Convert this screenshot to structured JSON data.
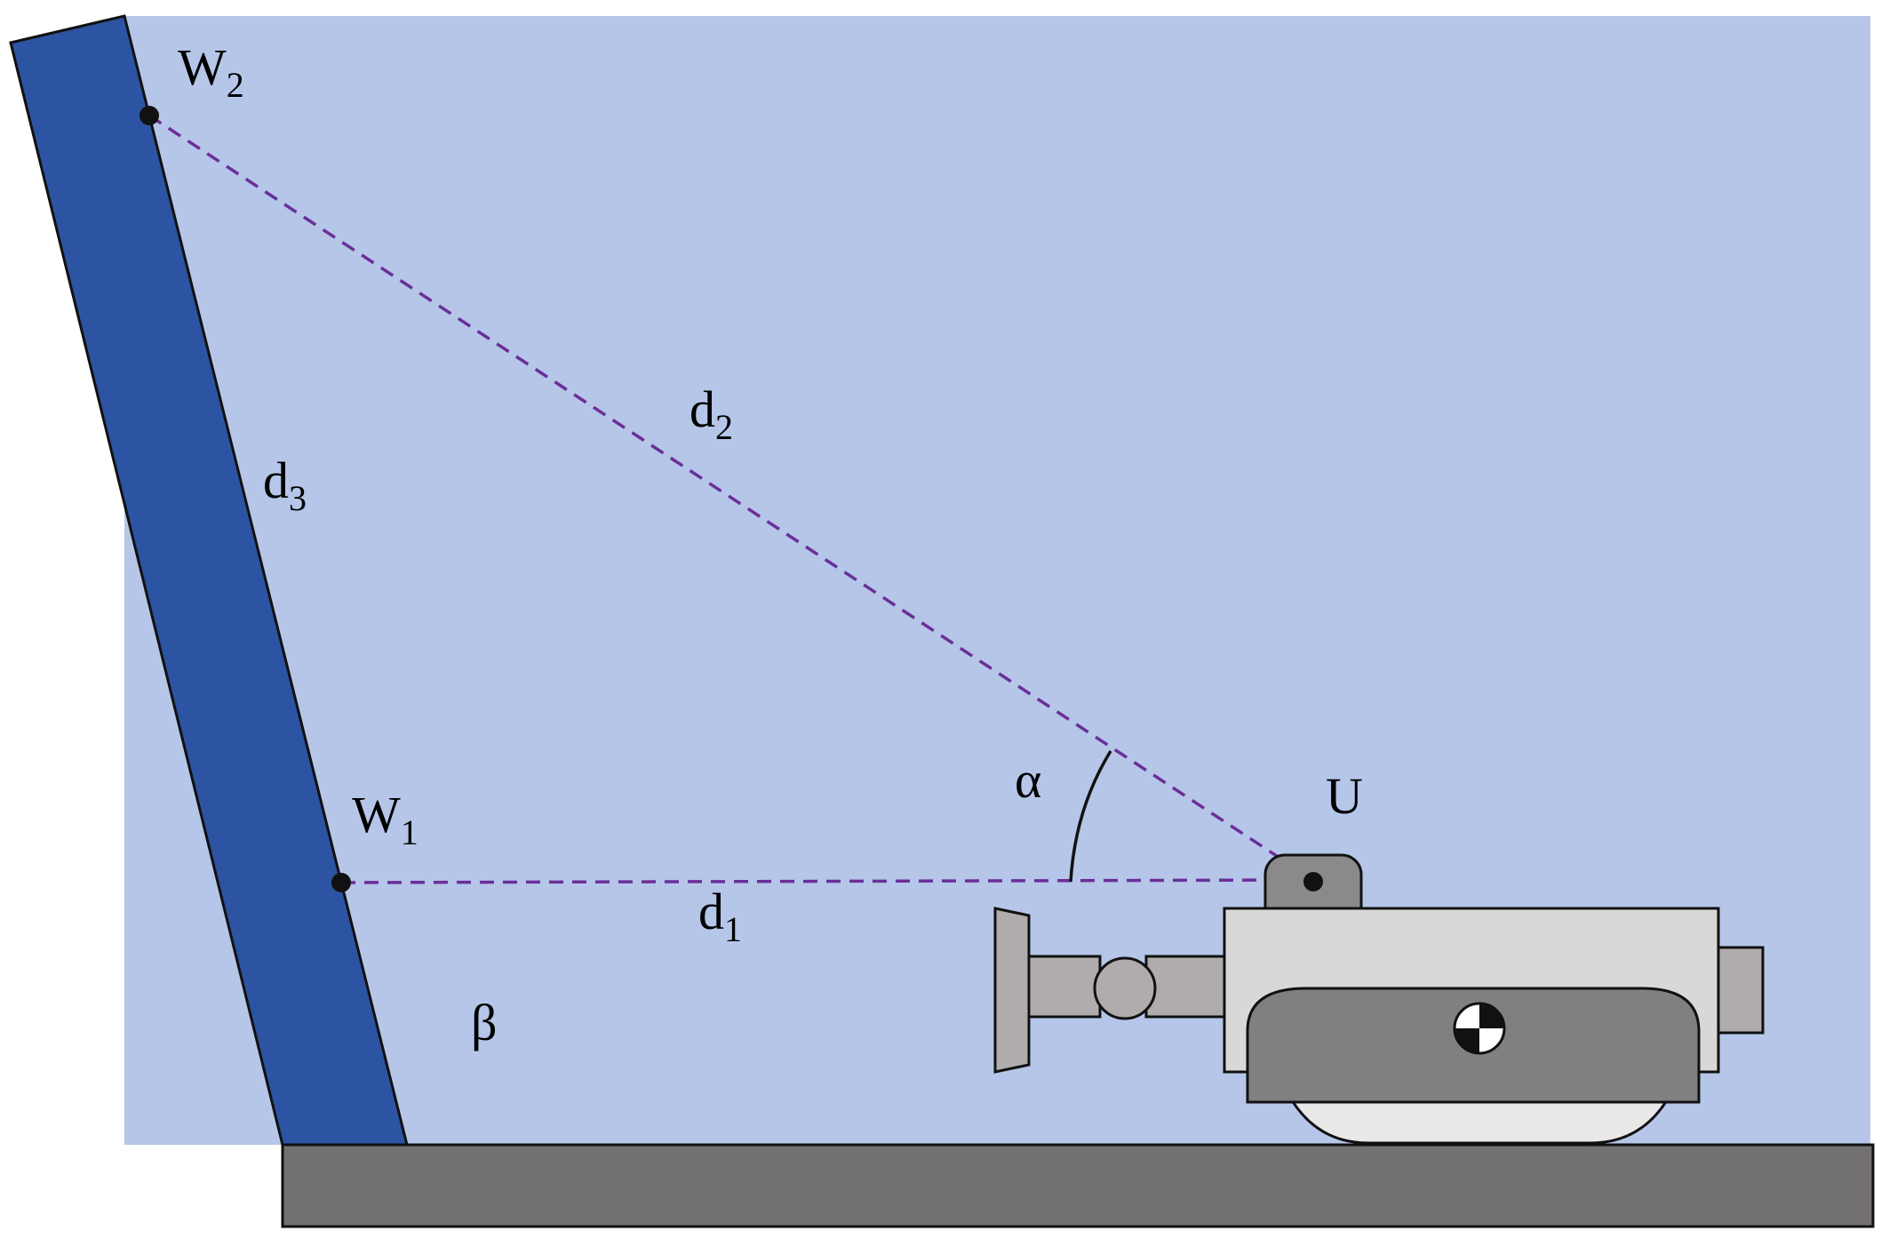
{
  "colors": {
    "background": "#b5c6e9",
    "wall": "#2c54a2",
    "ground": "#737070",
    "dashed_line": "#6a2f99",
    "outline": "#111111",
    "body_light": "#d8d8d8",
    "track": "#808080",
    "track_under": "#e8e8e8",
    "arm": "#b0acab",
    "mount": "#8a8a8a"
  },
  "points": {
    "w1": {
      "label": "W",
      "subscript": "1"
    },
    "w2": {
      "label": "W",
      "subscript": "2"
    },
    "u": {
      "label": "U"
    }
  },
  "distances": {
    "d1": {
      "label": "d",
      "subscript": "1"
    },
    "d2": {
      "label": "d",
      "subscript": "2"
    },
    "d3": {
      "label": "d",
      "subscript": "3"
    }
  },
  "angles": {
    "alpha": "α",
    "beta": "β"
  },
  "icons": {
    "center_of_mass": "center-of-mass-icon"
  }
}
